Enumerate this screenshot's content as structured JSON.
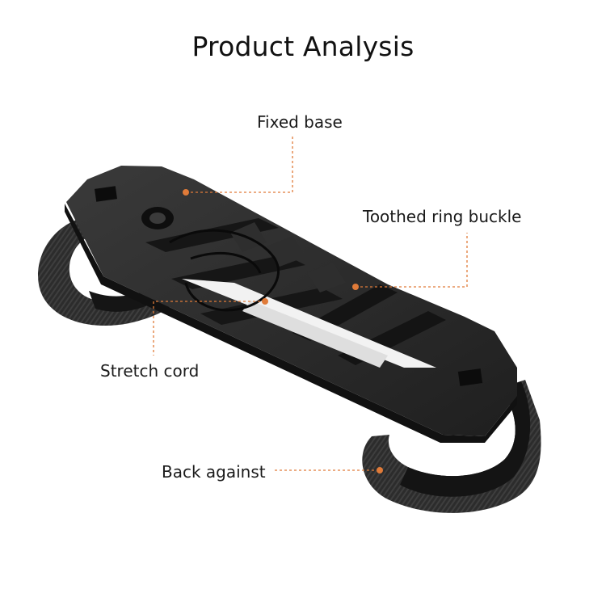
{
  "title": "Product Analysis",
  "labels": {
    "fixed_base": "Fixed base",
    "toothed_ring_buckle": "Toothed ring buckle",
    "stretch_cord": "Stretch cord",
    "back_against": "Back against"
  },
  "colors": {
    "callout": "#e07b39",
    "plastic": "#2a2a2a",
    "strap": "#1c1c1c"
  }
}
